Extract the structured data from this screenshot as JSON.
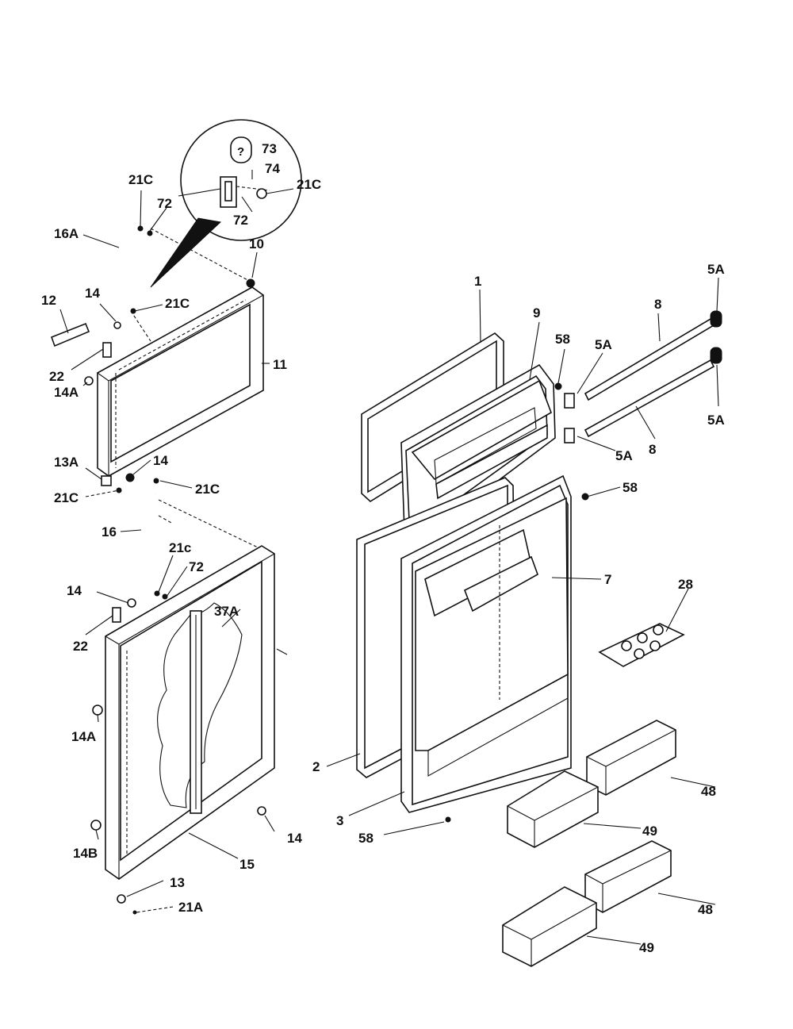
{
  "callouts": {
    "c1": "1",
    "c2": "2",
    "c3": "3",
    "c5a_1": "5A",
    "c5a_2": "5A",
    "c5a_3": "5A",
    "c5a_4": "5A",
    "c7": "7",
    "c8_1": "8",
    "c8_2": "8",
    "c9": "9",
    "c10": "10",
    "c11": "11",
    "c12": "12",
    "c13": "13",
    "c13a": "13A",
    "c14_1": "14",
    "c14_2": "14",
    "c14_3": "14",
    "c14_4": "14",
    "c14a_1": "14A",
    "c14a_2": "14A",
    "c14b": "14B",
    "c15": "15",
    "c16": "16",
    "c16a": "16A",
    "c21a": "21A",
    "c21c_1": "21C",
    "c21c_2": "21C",
    "c21c_3": "21C",
    "c21c_4": "21C",
    "c21c_5": "21C",
    "c21c_6": "21c",
    "c22_1": "22",
    "c22_2": "22",
    "c28": "28",
    "c37a": "37A",
    "c48_1": "48",
    "c48_2": "48",
    "c49_1": "49",
    "c49_2": "49",
    "c58_1": "58",
    "c58_2": "58",
    "c58_3": "58",
    "c72_1": "72",
    "c72_2": "72",
    "c72_3": "72",
    "c73": "73",
    "c74": "74"
  }
}
